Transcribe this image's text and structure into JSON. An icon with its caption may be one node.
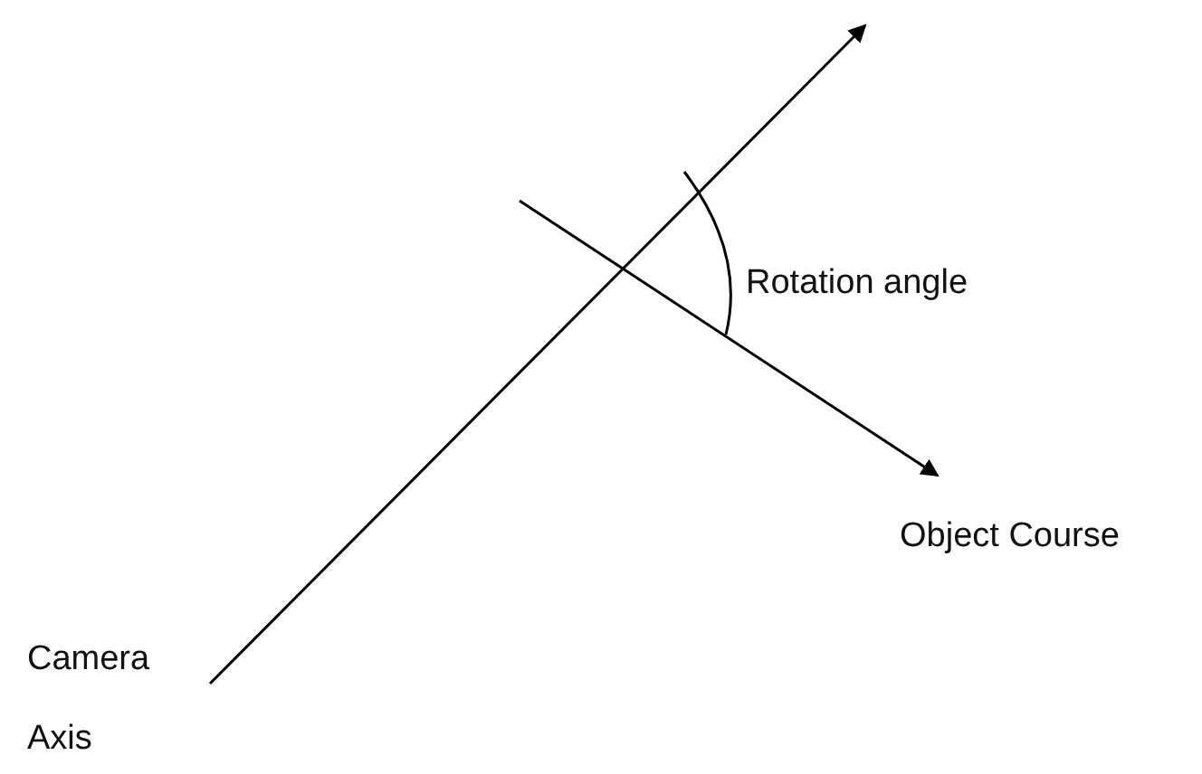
{
  "diagram": {
    "labels": [
      "Rotation angle",
      "Object Course",
      "Camera",
      "Axis"
    ]
  }
}
